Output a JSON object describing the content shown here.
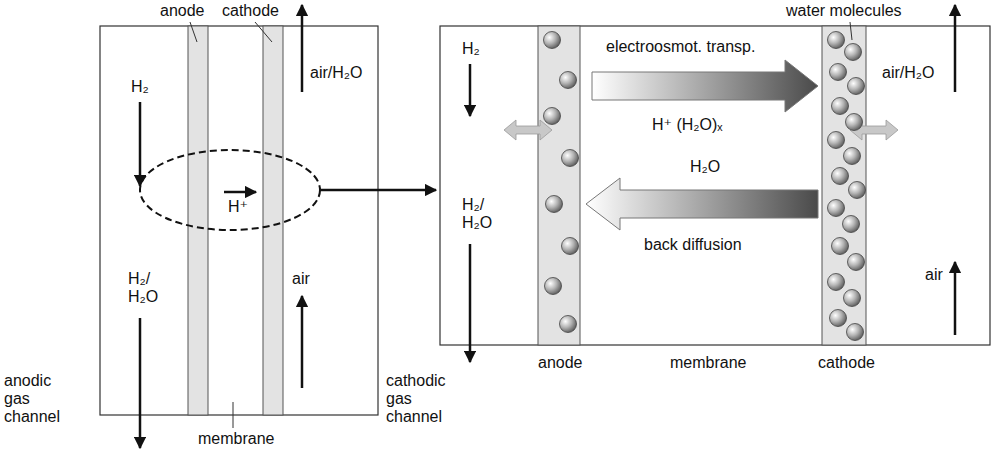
{
  "diagram": {
    "labels": [
      "anode",
      "cathode",
      "H₂",
      "air/H₂O",
      "H⁺",
      "H₂/ H₂O",
      "air",
      "anodic gas channel",
      "cathodic gas channel",
      "membrane",
      "water molecules",
      "H₂",
      "electroosmot. transp.",
      "H⁺ (H₂O)ₓ",
      "air/H₂O",
      "H₂/ H₂O",
      "H₂O",
      "back diffusion",
      "air",
      "anode",
      "membrane",
      "cathode"
    ]
  }
}
